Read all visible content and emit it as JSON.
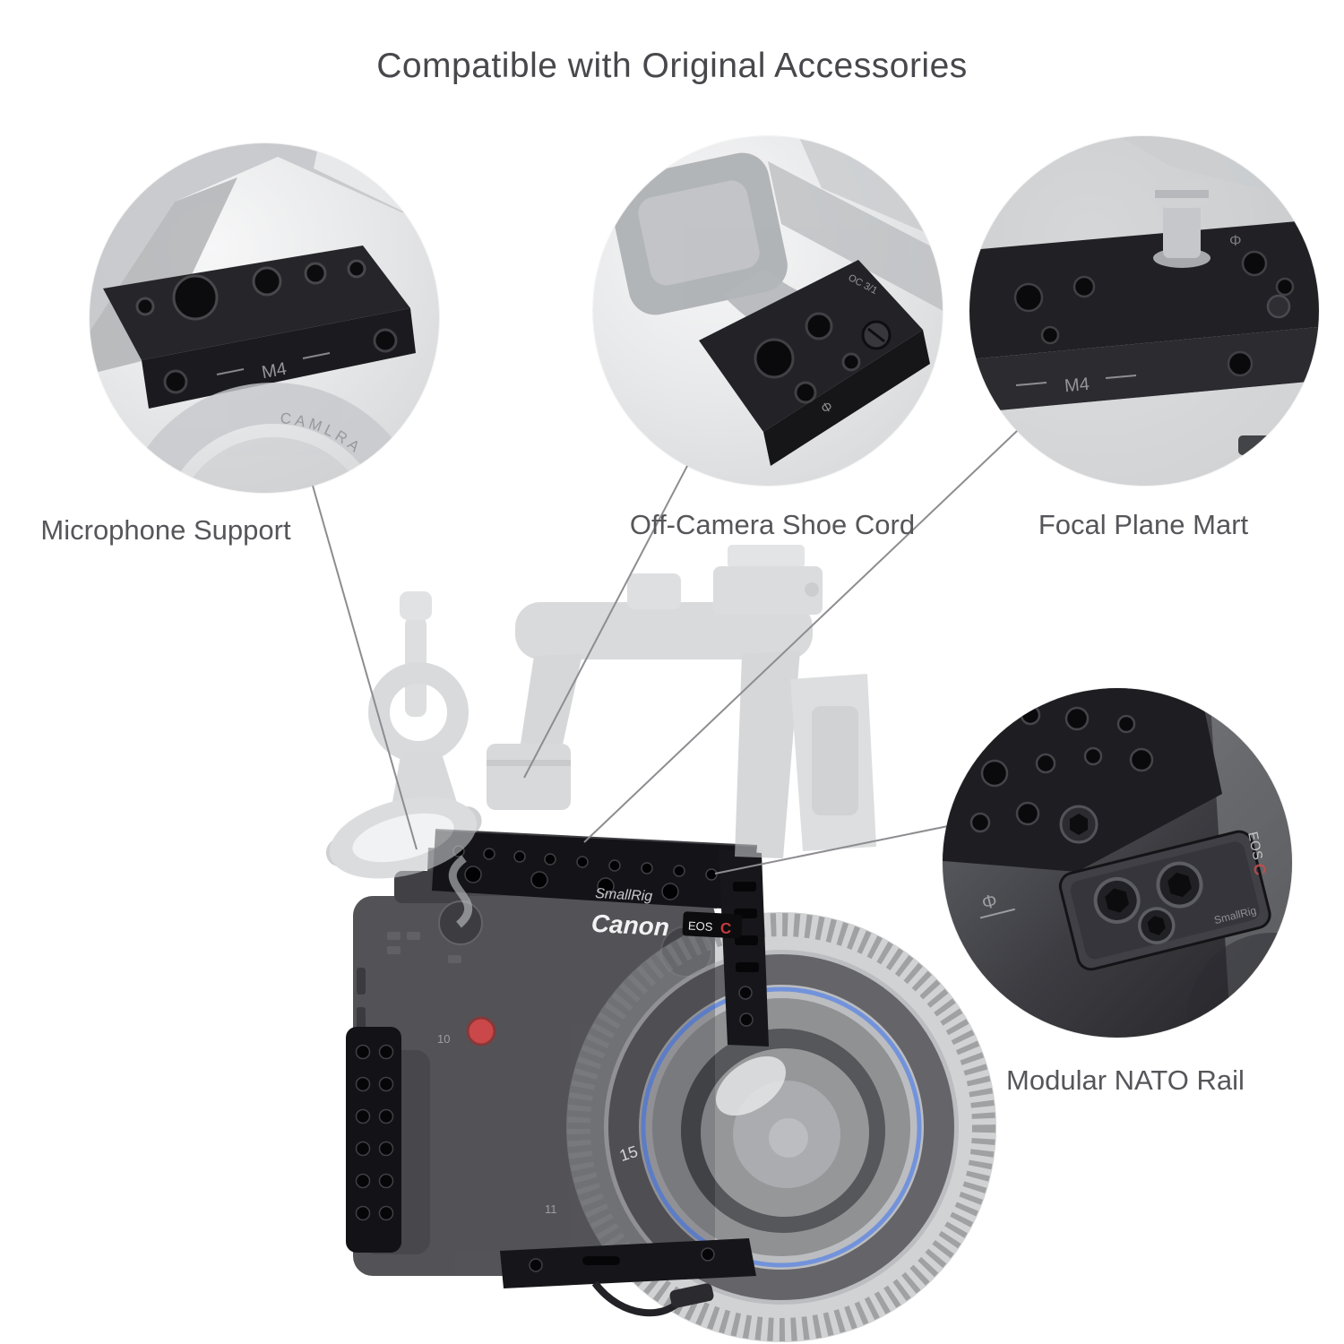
{
  "page": {
    "title": "Compatible with Original Accessories"
  },
  "callouts": [
    {
      "label": "Microphone Support",
      "engraving": "M4",
      "ring_text": "CAMLRA"
    },
    {
      "label": "Off-Camera Shoe Cord",
      "edge_text": "OC 3/1",
      "mark": "Φ"
    },
    {
      "label": "Focal Plane Mart",
      "engraving": "M4",
      "mark": "Φ"
    },
    {
      "label": "Modular NATO Rail",
      "brand_text": "SmallRig",
      "mark": "Φ"
    }
  ],
  "camera": {
    "brand": "Canon",
    "badge_eos": "EOS",
    "badge_c": "C",
    "cage_brand": "SmallRig",
    "lens_number": "15",
    "body_number_top": "10",
    "body_number_bottom": "11"
  },
  "colors": {
    "title": "#48484c",
    "label": "#56565a",
    "leader_line": "#8d8d91",
    "record_red": "#c63b3c",
    "lens_blue": "#5b82d8"
  }
}
